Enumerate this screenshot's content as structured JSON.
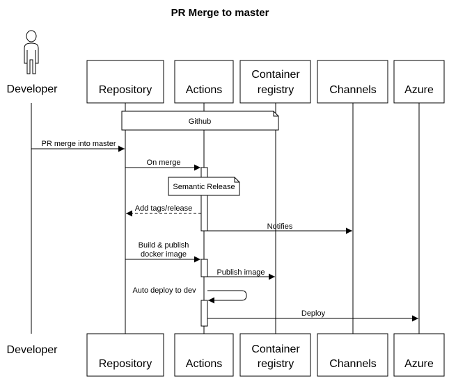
{
  "title": "PR Merge to master",
  "participants": {
    "developer": {
      "label": "Developer"
    },
    "repository": {
      "label": "Repository"
    },
    "actions": {
      "label": "Actions"
    },
    "registry": {
      "label_line1": "Container",
      "label_line2": "registry"
    },
    "channels": {
      "label": "Channels"
    },
    "azure": {
      "label": "Azure"
    }
  },
  "notes": {
    "github": "Github",
    "semantic_release": "Semantic Release"
  },
  "messages": {
    "pr_merge": "PR merge into master",
    "on_merge": "On merge",
    "add_tags": "Add tags/release",
    "notifies": "Notifies",
    "build_line1": "Build & publish",
    "build_line2": "docker image",
    "publish_image": "Publish image",
    "auto_deploy": "Auto deploy to dev",
    "deploy": "Deploy"
  }
}
